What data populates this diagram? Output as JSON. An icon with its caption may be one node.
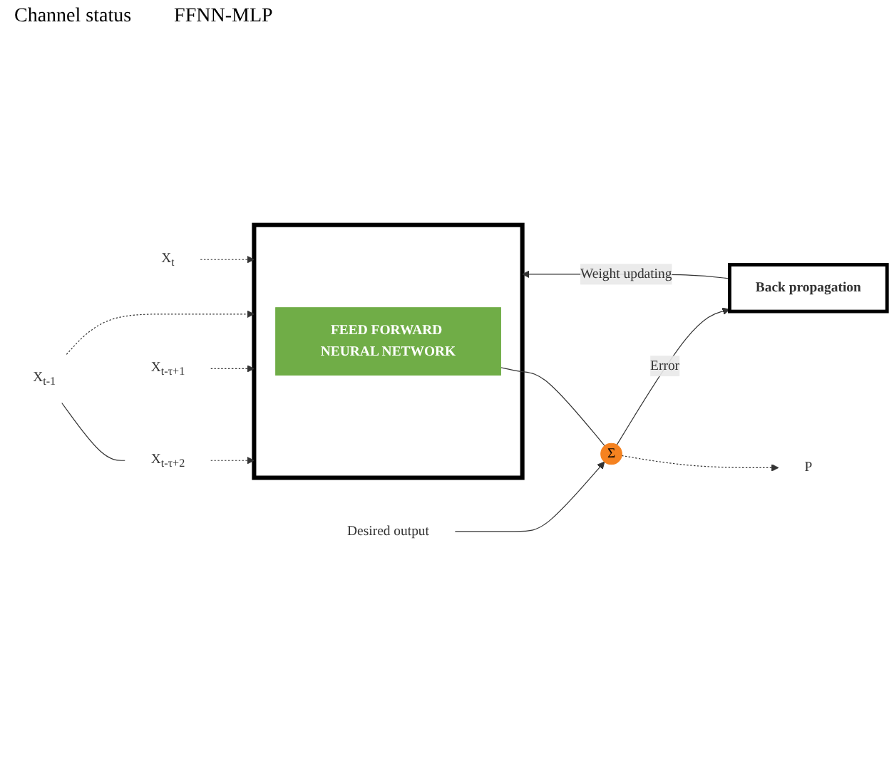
{
  "diagram": {
    "nodes": [
      {
        "text": [],
        "shape": "box"
      },
      {
        "text": [
          "FEED FORWARD NEURAL NETWORK"
        ],
        "in": 0
      },
      {
        "text": [
          "X$_{t}$"
        ]
      },
      {
        "text": [
          "X$_{t-1}$"
        ]
      },
      {
        "text": [
          "X$_{t-τ+2}$"
        ]
      },
      {
        "text": [
          "X$_{t-τ+1}$"
        ]
      },
      {
        "text": [
          "Desired output"
        ]
      },
      {
        "text": [
          "Σ"
        ]
      },
      {
        "text": [
          "P"
        ]
      },
      {
        "text": [
          "Back propagation"
        ]
      }
    ],
    "edges": [
      {
        "from": 2,
        "to": 0,
        "arrow": "to",
        "style": "dashed"
      },
      {
        "from": 3,
        "to": 0,
        "arrow": "to",
        "style": "dashed"
      },
      {
        "from": 4,
        "to": 0,
        "arrow": "to",
        "style": "dashed"
      },
      {
        "from": 5,
        "to": 0,
        "arrow": "to",
        "style": "dashed"
      },
      {
        "from": 3,
        "to": 4,
        "arrow": "none"
      },
      {
        "from": 1,
        "to": 7,
        "arrow": "none"
      },
      {
        "from": 6,
        "to": 7,
        "arrow": "to"
      },
      {
        "from": 7,
        "to": 8,
        "arrow": "to",
        "style": "dashed"
      },
      {
        "from": 7,
        "to": 9,
        "arrow": "to",
        "label": "Error"
      },
      {
        "from": 9,
        "to": 0,
        "arrow": "to",
        "label": "Weight updating"
      }
    ],
    "labels": [
      "Channel status",
      "FFNN-MLP"
    ]
  }
}
